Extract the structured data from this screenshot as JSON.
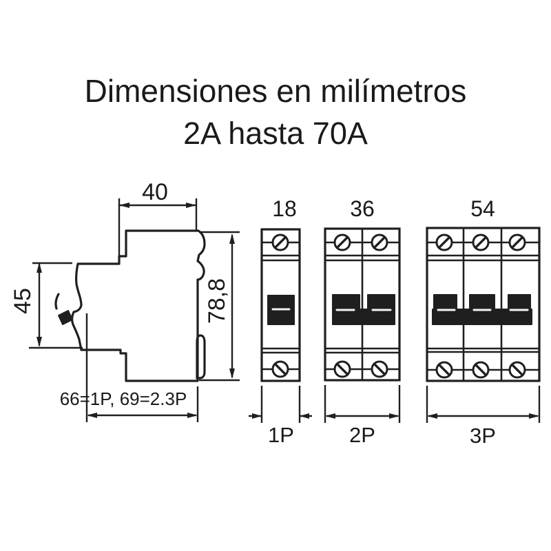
{
  "title": {
    "line1": "Dimensiones en milímetros",
    "line2": "2A hasta 70A"
  },
  "side_view": {
    "top_width": "40",
    "height_left": "45",
    "height_right": "78,8",
    "depth_note": "66=1P, 69=2.3P"
  },
  "front_views": [
    {
      "width_mm": "18",
      "poles": "1P"
    },
    {
      "width_mm": "36",
      "poles": "2P"
    },
    {
      "width_mm": "54",
      "poles": "3P"
    }
  ],
  "colors": {
    "line": "#1f1f1f",
    "text": "#1a1a1a",
    "toggle_fill": "#1f1f1f",
    "background": "#ffffff"
  }
}
